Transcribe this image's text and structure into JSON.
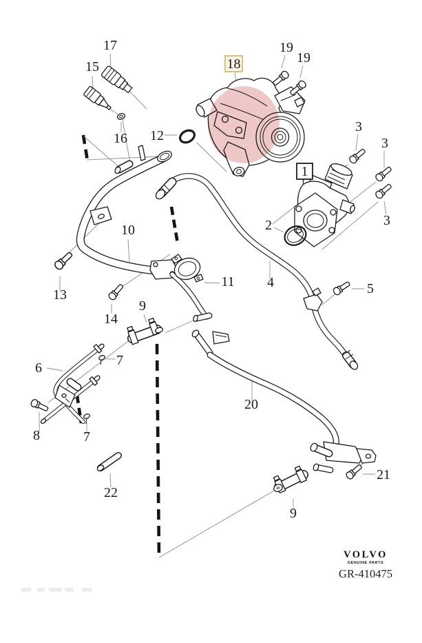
{
  "diagram": {
    "type": "exploded-parts-diagram",
    "callouts": [
      {
        "label": "17"
      },
      {
        "label": "15"
      },
      {
        "label": "18"
      },
      {
        "label": "19"
      },
      {
        "label": "19"
      },
      {
        "label": "12"
      },
      {
        "label": "16"
      },
      {
        "label": "3"
      },
      {
        "label": "3"
      },
      {
        "label": "3"
      },
      {
        "label": "1"
      },
      {
        "label": "2"
      },
      {
        "label": "10"
      },
      {
        "label": "11"
      },
      {
        "label": "4"
      },
      {
        "label": "5"
      },
      {
        "label": "13"
      },
      {
        "label": "14"
      },
      {
        "label": "9"
      },
      {
        "label": "6"
      },
      {
        "label": "7"
      },
      {
        "label": "8"
      },
      {
        "label": "7"
      },
      {
        "label": "22"
      },
      {
        "label": "20"
      },
      {
        "label": "21"
      },
      {
        "label": "9"
      }
    ],
    "highlight": {
      "callout": "18",
      "color": "#e08f8f"
    },
    "framed_callout": "1",
    "footer": {
      "brand": "VOLVO",
      "tagline": "GENUINE PARTS",
      "drawing_number": "GR-410475"
    },
    "colors": {
      "background": "#ffffff",
      "line": "#1a1a1a",
      "leader": "#8c8c8c",
      "highlight_fill": "#e08f8f",
      "highlight_label_border": "#cdb36a",
      "highlight_label_fill": "#fbf5e3",
      "frame_border": "#111111"
    }
  }
}
